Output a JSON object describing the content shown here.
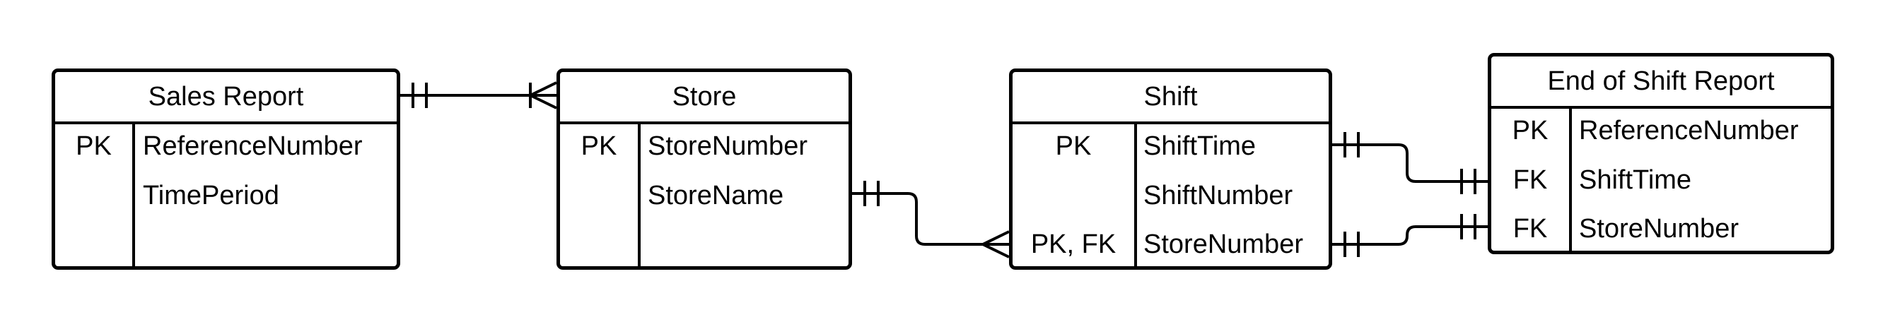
{
  "entities": {
    "sales_report": {
      "title": "Sales Report",
      "rows": [
        {
          "key": "PK",
          "field": "ReferenceNumber"
        },
        {
          "key": "",
          "field": "TimePeriod"
        }
      ]
    },
    "store": {
      "title": "Store",
      "rows": [
        {
          "key": "PK",
          "field": "StoreNumber"
        },
        {
          "key": "",
          "field": "StoreName"
        }
      ]
    },
    "shift": {
      "title": "Shift",
      "rows": [
        {
          "key": "PK",
          "field": "ShiftTime"
        },
        {
          "key": "",
          "field": "ShiftNumber"
        },
        {
          "key": "PK, FK",
          "field": "StoreNumber"
        }
      ]
    },
    "end_of_shift_report": {
      "title": "End of Shift Report",
      "rows": [
        {
          "key": "PK",
          "field": "ReferenceNumber"
        },
        {
          "key": "FK",
          "field": "ShiftTime"
        },
        {
          "key": "FK",
          "field": "StoreNumber"
        }
      ]
    }
  },
  "relationships": [
    {
      "from": "Sales Report",
      "from_cardinality": "one-and-only-one",
      "to": "Store",
      "to_cardinality": "one-or-many"
    },
    {
      "from": "Store.StoreName",
      "from_cardinality": "one-and-only-one",
      "to": "Shift.StoreNumber",
      "to_cardinality": "many"
    },
    {
      "from": "Shift.ShiftTime",
      "from_cardinality": "one-and-only-one",
      "to": "End of Shift Report.ShiftTime",
      "to_cardinality": "one-and-only-one"
    },
    {
      "from": "Shift.StoreNumber",
      "from_cardinality": "one-and-only-one",
      "to": "End of Shift Report.StoreNumber",
      "to_cardinality": "one-and-only-one"
    }
  ],
  "colors": {
    "line": "#000000",
    "background": "#ffffff"
  }
}
